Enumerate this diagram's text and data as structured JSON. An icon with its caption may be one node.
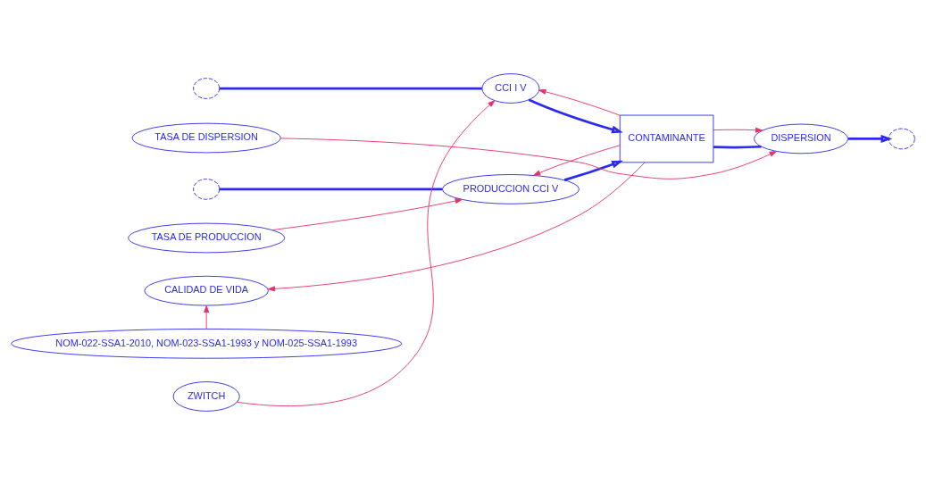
{
  "diagram": {
    "nodes": [
      {
        "text": [],
        "shape": "cloud"
      },
      {
        "text": [],
        "shape": "cloud"
      },
      {
        "text": [
          "CCI I V"
        ]
      },
      {
        "text": [
          "PRODUCCION CCI V"
        ]
      },
      {
        "text": [
          "CONTAMINANTE"
        ]
      },
      {
        "text": [
          "DISPERSION"
        ]
      },
      {
        "text": [],
        "shape": "cloud"
      },
      {
        "text": [
          "CALIDAD DE VIDA"
        ]
      },
      {
        "text": [
          "NOM-022-SSA1-2010, NOM-023-SSA1-1993 y NOM-025-SSA1-1993"
        ]
      },
      {
        "text": [
          "ZWITCH"
        ]
      },
      {
        "text": [
          "TASA DE PRODUCCION"
        ]
      },
      {
        "text": [
          "TASA DE DISPERSION"
        ]
      }
    ],
    "edges": [
      {
        "from": 0,
        "to": 2,
        "arrow": "none",
        "style": "thick",
        "color": "#2b2bf0"
      },
      {
        "from": 2,
        "to": 4,
        "arrow": "to",
        "style": "thick",
        "color": "#2b2bf0"
      },
      {
        "from": 1,
        "to": 3,
        "arrow": "none",
        "style": "thick",
        "color": "#2b2bf0"
      },
      {
        "from": 3,
        "to": 4,
        "arrow": "to",
        "style": "thick",
        "color": "#2b2bf0"
      },
      {
        "from": 4,
        "to": 5,
        "arrow": "none",
        "style": "thick",
        "color": "#2b2bf0"
      },
      {
        "from": 5,
        "to": 6,
        "arrow": "to",
        "style": "thick",
        "color": "#2b2bf0"
      },
      {
        "from": 8,
        "to": 7,
        "arrow": "to"
      },
      {
        "from": 4,
        "to": 7,
        "arrow": "to"
      },
      {
        "from": 9,
        "to": 2,
        "arrow": "to"
      },
      {
        "from": 10,
        "to": 3,
        "arrow": "to"
      },
      {
        "from": 4,
        "to": 3,
        "arrow": "to"
      },
      {
        "from": 4,
        "to": 2,
        "arrow": "to"
      },
      {
        "from": 4,
        "to": 5,
        "arrow": "to"
      },
      {
        "from": 11,
        "to": 5,
        "arrow": "to"
      }
    ]
  }
}
